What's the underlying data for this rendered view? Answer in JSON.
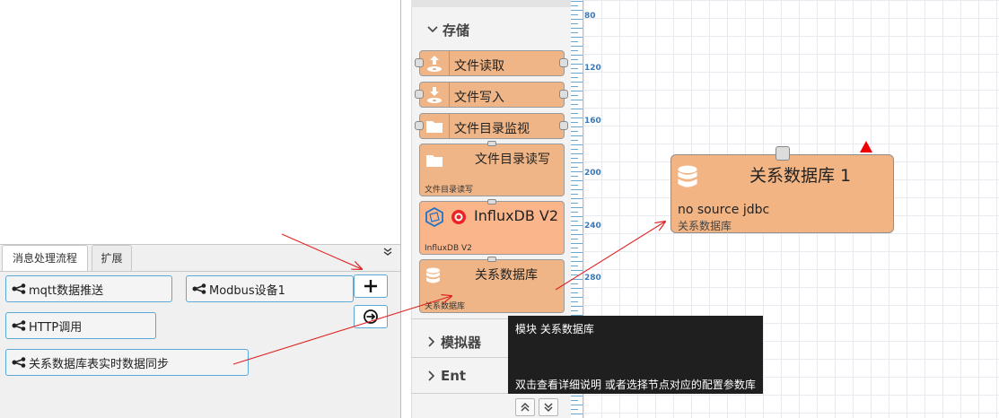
{
  "flows": {
    "tabs": [
      {
        "label": "消息处理流程",
        "active": true
      },
      {
        "label": "扩展",
        "active": false
      }
    ],
    "collapse_icon": "double-chevron-down-icon",
    "items": [
      {
        "label": "mqtt数据推送"
      },
      {
        "label": "Modbus设备1"
      },
      {
        "label": "HTTP调用"
      },
      {
        "label": "关系数据库表实时数据同步"
      }
    ],
    "add_button_icon": "plus-icon",
    "import_button_icon": "circle-arrow-icon"
  },
  "palette": {
    "sections": [
      {
        "label": "存储",
        "expanded": true
      },
      {
        "label": "模拟器",
        "expanded": false
      },
      {
        "label": "Ent",
        "expanded": false
      }
    ],
    "nodes": [
      {
        "label": "文件读取",
        "icon": "file-upload-icon"
      },
      {
        "label": "文件写入",
        "icon": "file-download-icon"
      },
      {
        "label": "文件目录监视",
        "icon": "folder-icon"
      },
      {
        "label": "文件目录读写",
        "sublabel": "文件目录读写",
        "icon": "folder-icon"
      },
      {
        "label": "InfluxDB V2",
        "sublabel": "InfluxDB V2",
        "icon": "influxdb-icon"
      },
      {
        "label": "关系数据库",
        "sublabel": "关系数据库",
        "icon": "database-icon"
      }
    ],
    "scroll_up_icon": "double-chevron-up-icon",
    "scroll_down_icon": "double-chevron-down-icon"
  },
  "ruler": {
    "ticks": [
      "80",
      "120",
      "160",
      "200",
      "240",
      "280"
    ]
  },
  "canvas": {
    "node": {
      "title": "关系数据库 1",
      "status": "no source jdbc",
      "sublabel": "关系数据库",
      "icon": "database-icon"
    }
  },
  "tooltip": {
    "title": "模块 关系数据库",
    "body": "双击查看详细说明 或者选择节点对应的配置参数库"
  },
  "colors": {
    "node_fill": "#f3b484",
    "accent_border": "#5aa9d6",
    "annotation_arrow": "#e02020",
    "tooltip_bg": "#1f1f1f"
  }
}
